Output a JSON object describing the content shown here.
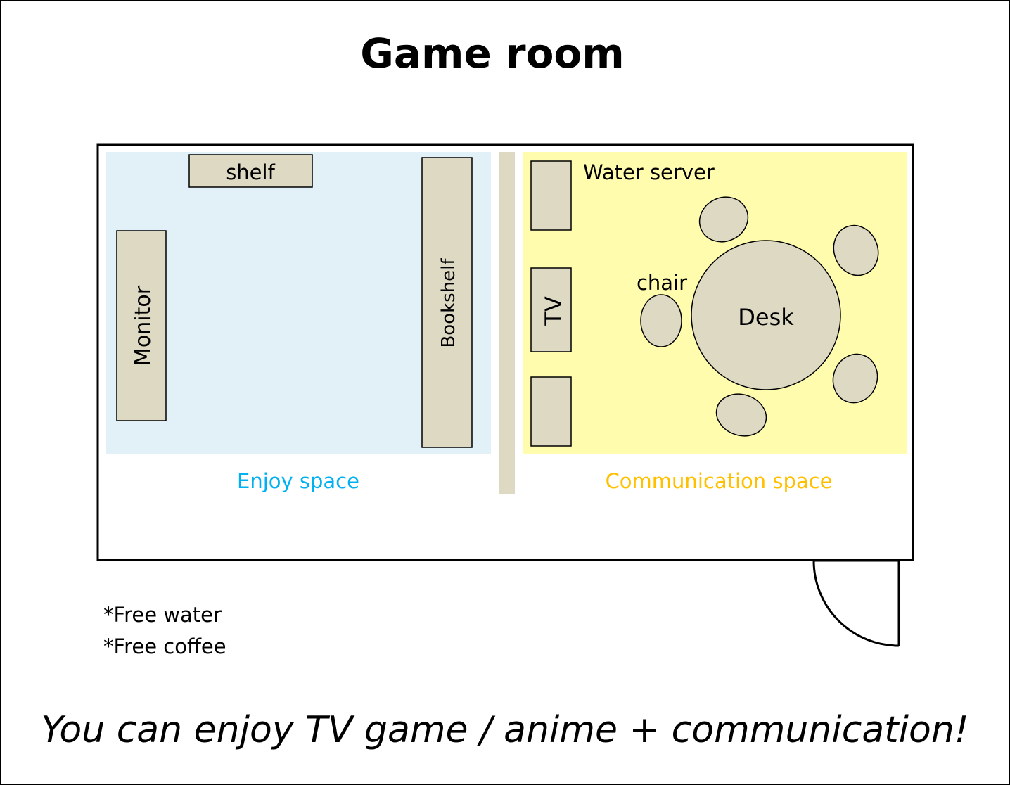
{
  "title": "Game room",
  "zones": {
    "enjoy": {
      "label": "Enjoy space",
      "color": "#00b0f0",
      "fill": "#e2f0f7"
    },
    "communication": {
      "label": "Communication space",
      "color": "#ffc000",
      "fill": "#fffdad"
    }
  },
  "furniture": {
    "shelf": "shelf",
    "monitor": "Monitor",
    "bookshelf": "Bookshelf",
    "water_server": "Water server",
    "tv": "TV",
    "chair": "chair",
    "desk": "Desk"
  },
  "notes": [
    "*Free water",
    "*Free coffee"
  ],
  "tagline": "You can enjoy TV game / anime + communication!",
  "colors": {
    "furniture_fill": "#ddd9c3",
    "outline": "#000000"
  }
}
